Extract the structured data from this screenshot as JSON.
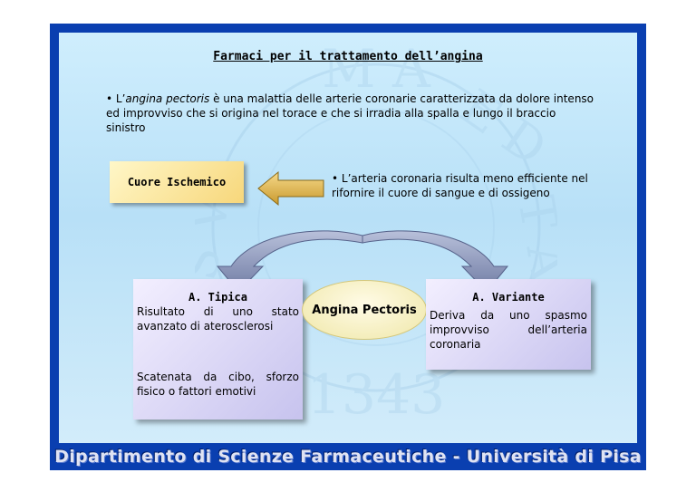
{
  "title": "Farmaci per il trattamento dell’angina",
  "intro": {
    "bullet": "•",
    "prefix": " L’",
    "italic": "angina pectoris",
    "rest": " è una malattia delle arterie coronarie caratterizzata da dolore intenso ed improvviso che si origina nel torace e che si irradia alla spalla e lungo il braccio sinistro"
  },
  "cuore_ischemico": "Cuore Ischemico",
  "arteria_note": "• L’arteria coronaria  risulta meno efficiente nel rifornire il cuore di sangue e di ossigeno",
  "tipica": {
    "heading": "A. Tipica",
    "text1": "Risultato di uno stato avanzato di aterosclerosi",
    "text2": "Scatenata da cibo, sforzo fisico o fattori emotivi"
  },
  "center": "Angina Pectoris",
  "variante": {
    "heading": "A. Variante",
    "text": "Deriva da uno spasmo improvviso dell’arteria coronaria"
  },
  "footer": "Dipartimento di Scienze Farmaceutiche - Università di Pisa",
  "seal": {
    "letters": "SIGILLVM ARTIVM DI NAT",
    "year": "1343"
  },
  "colors": {
    "frame": "#0a3fb0",
    "background": "#c3e6f9",
    "arrow": "#8a95b8",
    "box_yellow": "#f7d77b",
    "box_lavender": "#c7c3ee"
  }
}
